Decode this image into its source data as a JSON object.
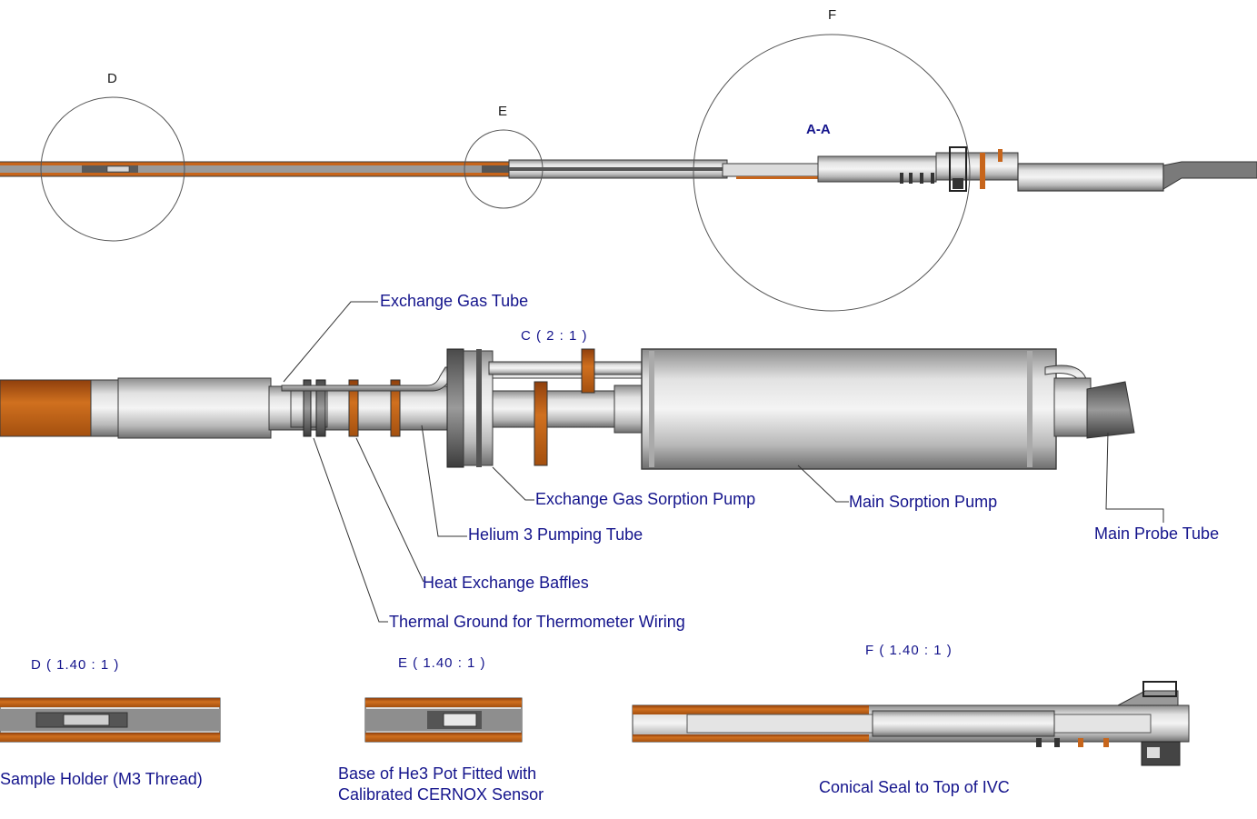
{
  "markers": {
    "d": "D",
    "e": "E",
    "f": "F"
  },
  "section_label": "A-A",
  "views": {
    "c": "C ( 2 : 1 )",
    "d": "D ( 1.40 : 1 )",
    "e": "E ( 1.40 : 1 )",
    "f": "F ( 1.40 : 1 )"
  },
  "labels": {
    "exchange_gas_tube": "Exchange Gas Tube",
    "exchange_gas_sorption_pump": "Exchange Gas Sorption Pump",
    "main_sorption_pump": "Main Sorption Pump",
    "main_probe_tube": "Main Probe Tube",
    "helium3_pumping_tube": "Helium 3 Pumping Tube",
    "heat_exchange_baffles": "Heat Exchange Baffles",
    "thermal_ground": "Thermal Ground for Thermometer Wiring",
    "sample_holder": "Sample Holder (M3 Thread)",
    "he3_pot_line1": "Base of He3 Pot Fitted with",
    "he3_pot_line2": "Calibrated CERNOX Sensor",
    "conical_seal": "Conical Seal to Top of IVC"
  },
  "colors": {
    "copper": "#c7651b",
    "steel": "#c8c8c8",
    "steel_dark": "#7a7a7a",
    "outline": "#3a3a3a",
    "label_blue": "#14148c"
  }
}
